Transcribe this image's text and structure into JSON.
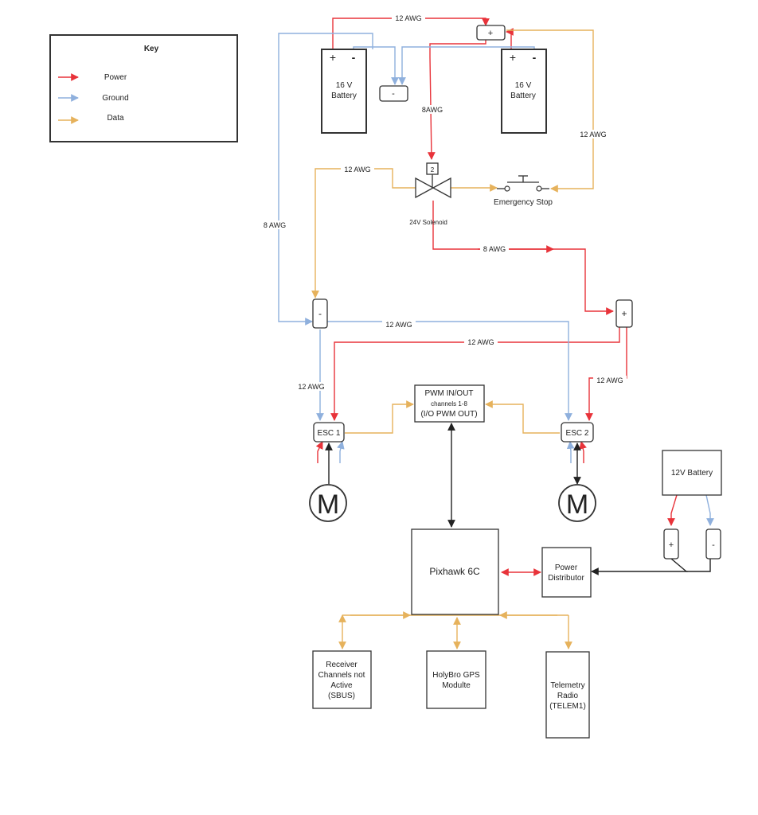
{
  "key": {
    "title": "Key",
    "items": [
      {
        "label": "Power",
        "color": "#e8333a"
      },
      {
        "label": "Ground",
        "color": "#8fb0dd"
      },
      {
        "label": "Data",
        "color": "#e6b25c"
      }
    ]
  },
  "colors": {
    "power": "#e8333a",
    "ground": "#8fb0dd",
    "data": "#e6b25c",
    "signal": "#222222"
  },
  "components": {
    "battery_left": {
      "line1": "16 V",
      "line2": "Battery",
      "plus": "+",
      "minus": "-"
    },
    "battery_right": {
      "line1": "16 V",
      "line2": "Battery",
      "plus": "+",
      "minus": "-"
    },
    "top_plus_terminal": "+",
    "top_minus_terminal": "-",
    "solenoid_terminal": "2",
    "solenoid": "24V Solenoid",
    "emergency_stop": "Emergency Stop",
    "minus_bus": "-",
    "plus_bus": "+",
    "pwm": {
      "line1": "PWM IN/OUT",
      "line2": "channels 1-8",
      "line3": "(I/O PWM OUT)"
    },
    "esc1": "ESC 1",
    "esc2": "ESC 2",
    "motor_left": "M",
    "motor_right": "M",
    "battery_12v": "12V Battery",
    "battery_12v_plus": "+",
    "battery_12v_minus": "-",
    "pixhawk": "Pixhawk 6C",
    "power_distributor": {
      "line1": "Power",
      "line2": "Distributor"
    },
    "receiver": {
      "line1": "Receiver",
      "line2": "Channels not",
      "line3": "Active",
      "line4": "(SBUS)"
    },
    "gps": {
      "line1": "HolyBro GPS",
      "line2": "Modulte"
    },
    "telemetry": {
      "line1": "Telemetry",
      "line2": "Radio",
      "line3": "(TELEM1)"
    }
  },
  "wire_labels": {
    "top_12awg": "12 AWG",
    "left_8awg": "8 AWG",
    "vertical_8awg": "8AWG",
    "right_12awg": "12 AWG",
    "data_12awg": "12 AWG",
    "solenoid_8awg": "8 AWG",
    "ground_12awg": "12 AWG",
    "power_12awg": "12 AWG",
    "esc1_12awg": "12 AWG",
    "esc2_12awg": "12 AWG"
  }
}
